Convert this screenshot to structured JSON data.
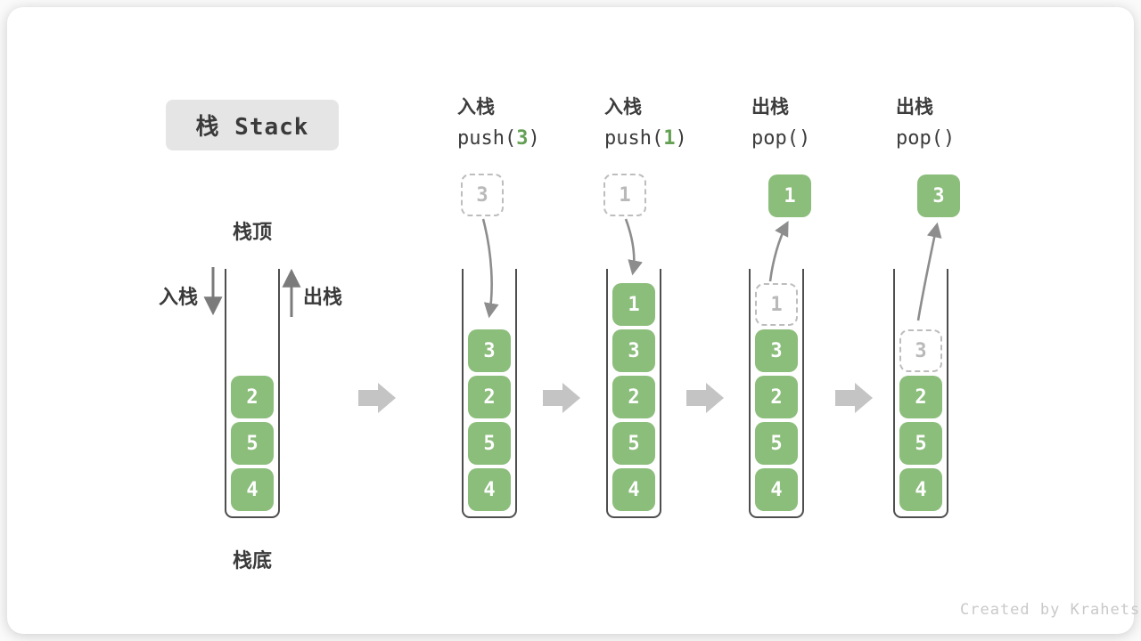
{
  "title": {
    "text": "栈 Stack"
  },
  "side_labels": {
    "stack_top": "栈顶",
    "stack_bottom": "栈底",
    "push_arrow": "入栈",
    "pop_arrow": "出栈"
  },
  "colors": {
    "cell_green": "#8bbd7b",
    "arg_green": "#64a053",
    "ink": "#3c3c3c",
    "curved_arrow_gray": "#8d8d8d",
    "block_arrow_gray": "#c4c4c4",
    "ghost_gray": "#bdbdbd",
    "chip_bg": "#e5e5e5"
  },
  "stages": [
    {
      "name": "initial",
      "cells": [
        "2",
        "5",
        "4"
      ]
    },
    {
      "name": "push-3",
      "label": "入栈",
      "fn": "push(",
      "arg": "3",
      "close": ")",
      "floating": "3",
      "cells": [
        "3",
        "2",
        "5",
        "4"
      ]
    },
    {
      "name": "push-1",
      "label": "入栈",
      "fn": "push(",
      "arg": "1",
      "close": ")",
      "floating": "1",
      "cells": [
        "1",
        "3",
        "2",
        "5",
        "4"
      ]
    },
    {
      "name": "pop-1",
      "label": "出栈",
      "fn": "pop(",
      "arg": "",
      "close": ")",
      "floating": "1",
      "ghost": "1",
      "cells": [
        "3",
        "2",
        "5",
        "4"
      ]
    },
    {
      "name": "pop-3",
      "label": "出栈",
      "fn": "pop(",
      "arg": "",
      "close": ")",
      "floating": "3",
      "ghost": "3",
      "cells": [
        "2",
        "5",
        "4"
      ]
    }
  ],
  "watermark": "Created by Krahets"
}
